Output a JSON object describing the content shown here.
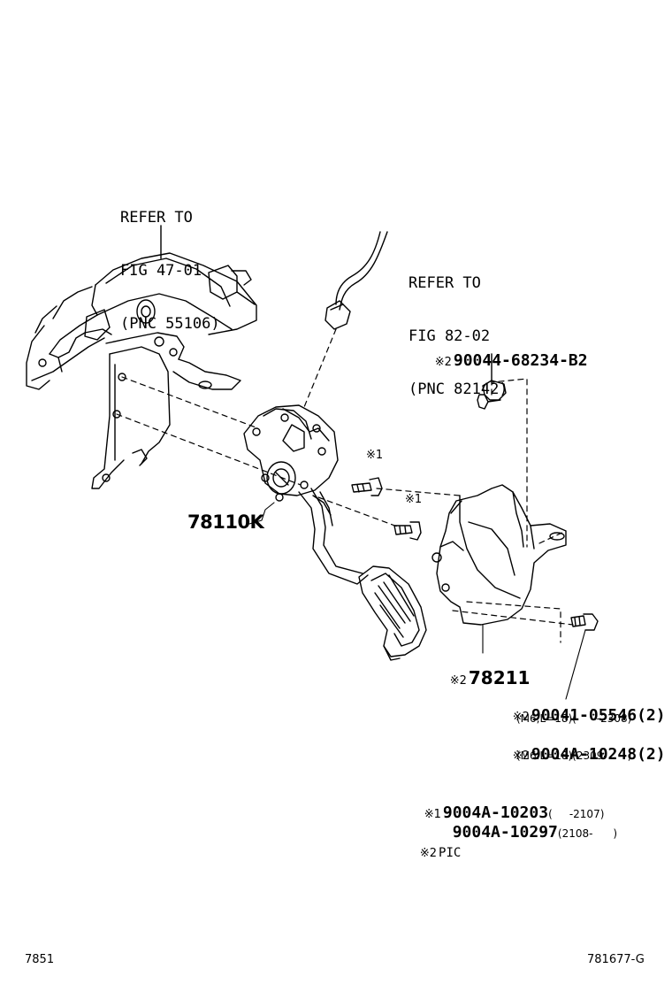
{
  "refs": {
    "bracket": {
      "line1": "REFER TO",
      "line2": "FIG 47-01",
      "line3": "(PNC 55106)"
    },
    "harness": {
      "line1": "REFER TO",
      "line2": "FIG 82-02",
      "line3": "(PNC 82142)"
    }
  },
  "marks": {
    "m1": "※1",
    "m2": "※2"
  },
  "parts": {
    "clip": "90044-68234-B2",
    "pedal": "78110K",
    "cover": "78211",
    "bolt_a": {
      "number": "90041-05546(2)",
      "spec": "(M6,L=18)(      -2308)"
    },
    "bolt_b": {
      "number": "9004A-10248(2)",
      "spec": "(M6.L=18)(2309-      )"
    },
    "note1": {
      "number_a": "9004A-10203",
      "range_a": "(     -2107)",
      "number_b": "9004A-10297",
      "range_b": "(2108-      )"
    },
    "note2": "PIC"
  },
  "footer": {
    "left": "7851",
    "right": "781677-G"
  }
}
